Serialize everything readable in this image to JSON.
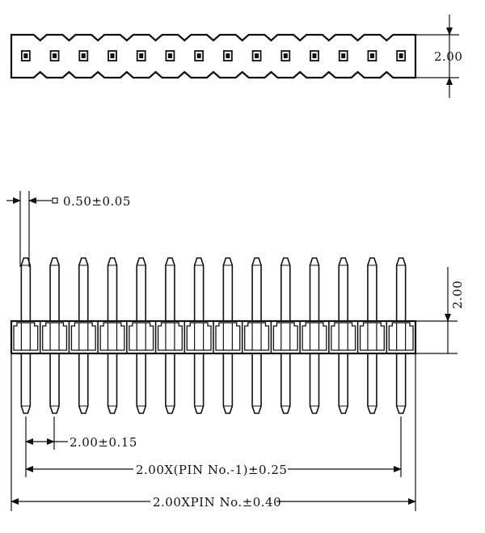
{
  "pin_count": 14,
  "line_color": "#111111",
  "background_color": "#ffffff",
  "top_view": {
    "height_label": "2.00"
  },
  "side_view": {
    "pin_size_label": "0.50±0.05",
    "body_height_label": "2.00"
  },
  "dimensions": {
    "pitch_label": "2.00±0.15",
    "first_to_last_label": "2.00X(PIN No.-1)±0.25",
    "overall_length_label": "2.00XPIN No.±0.40"
  }
}
